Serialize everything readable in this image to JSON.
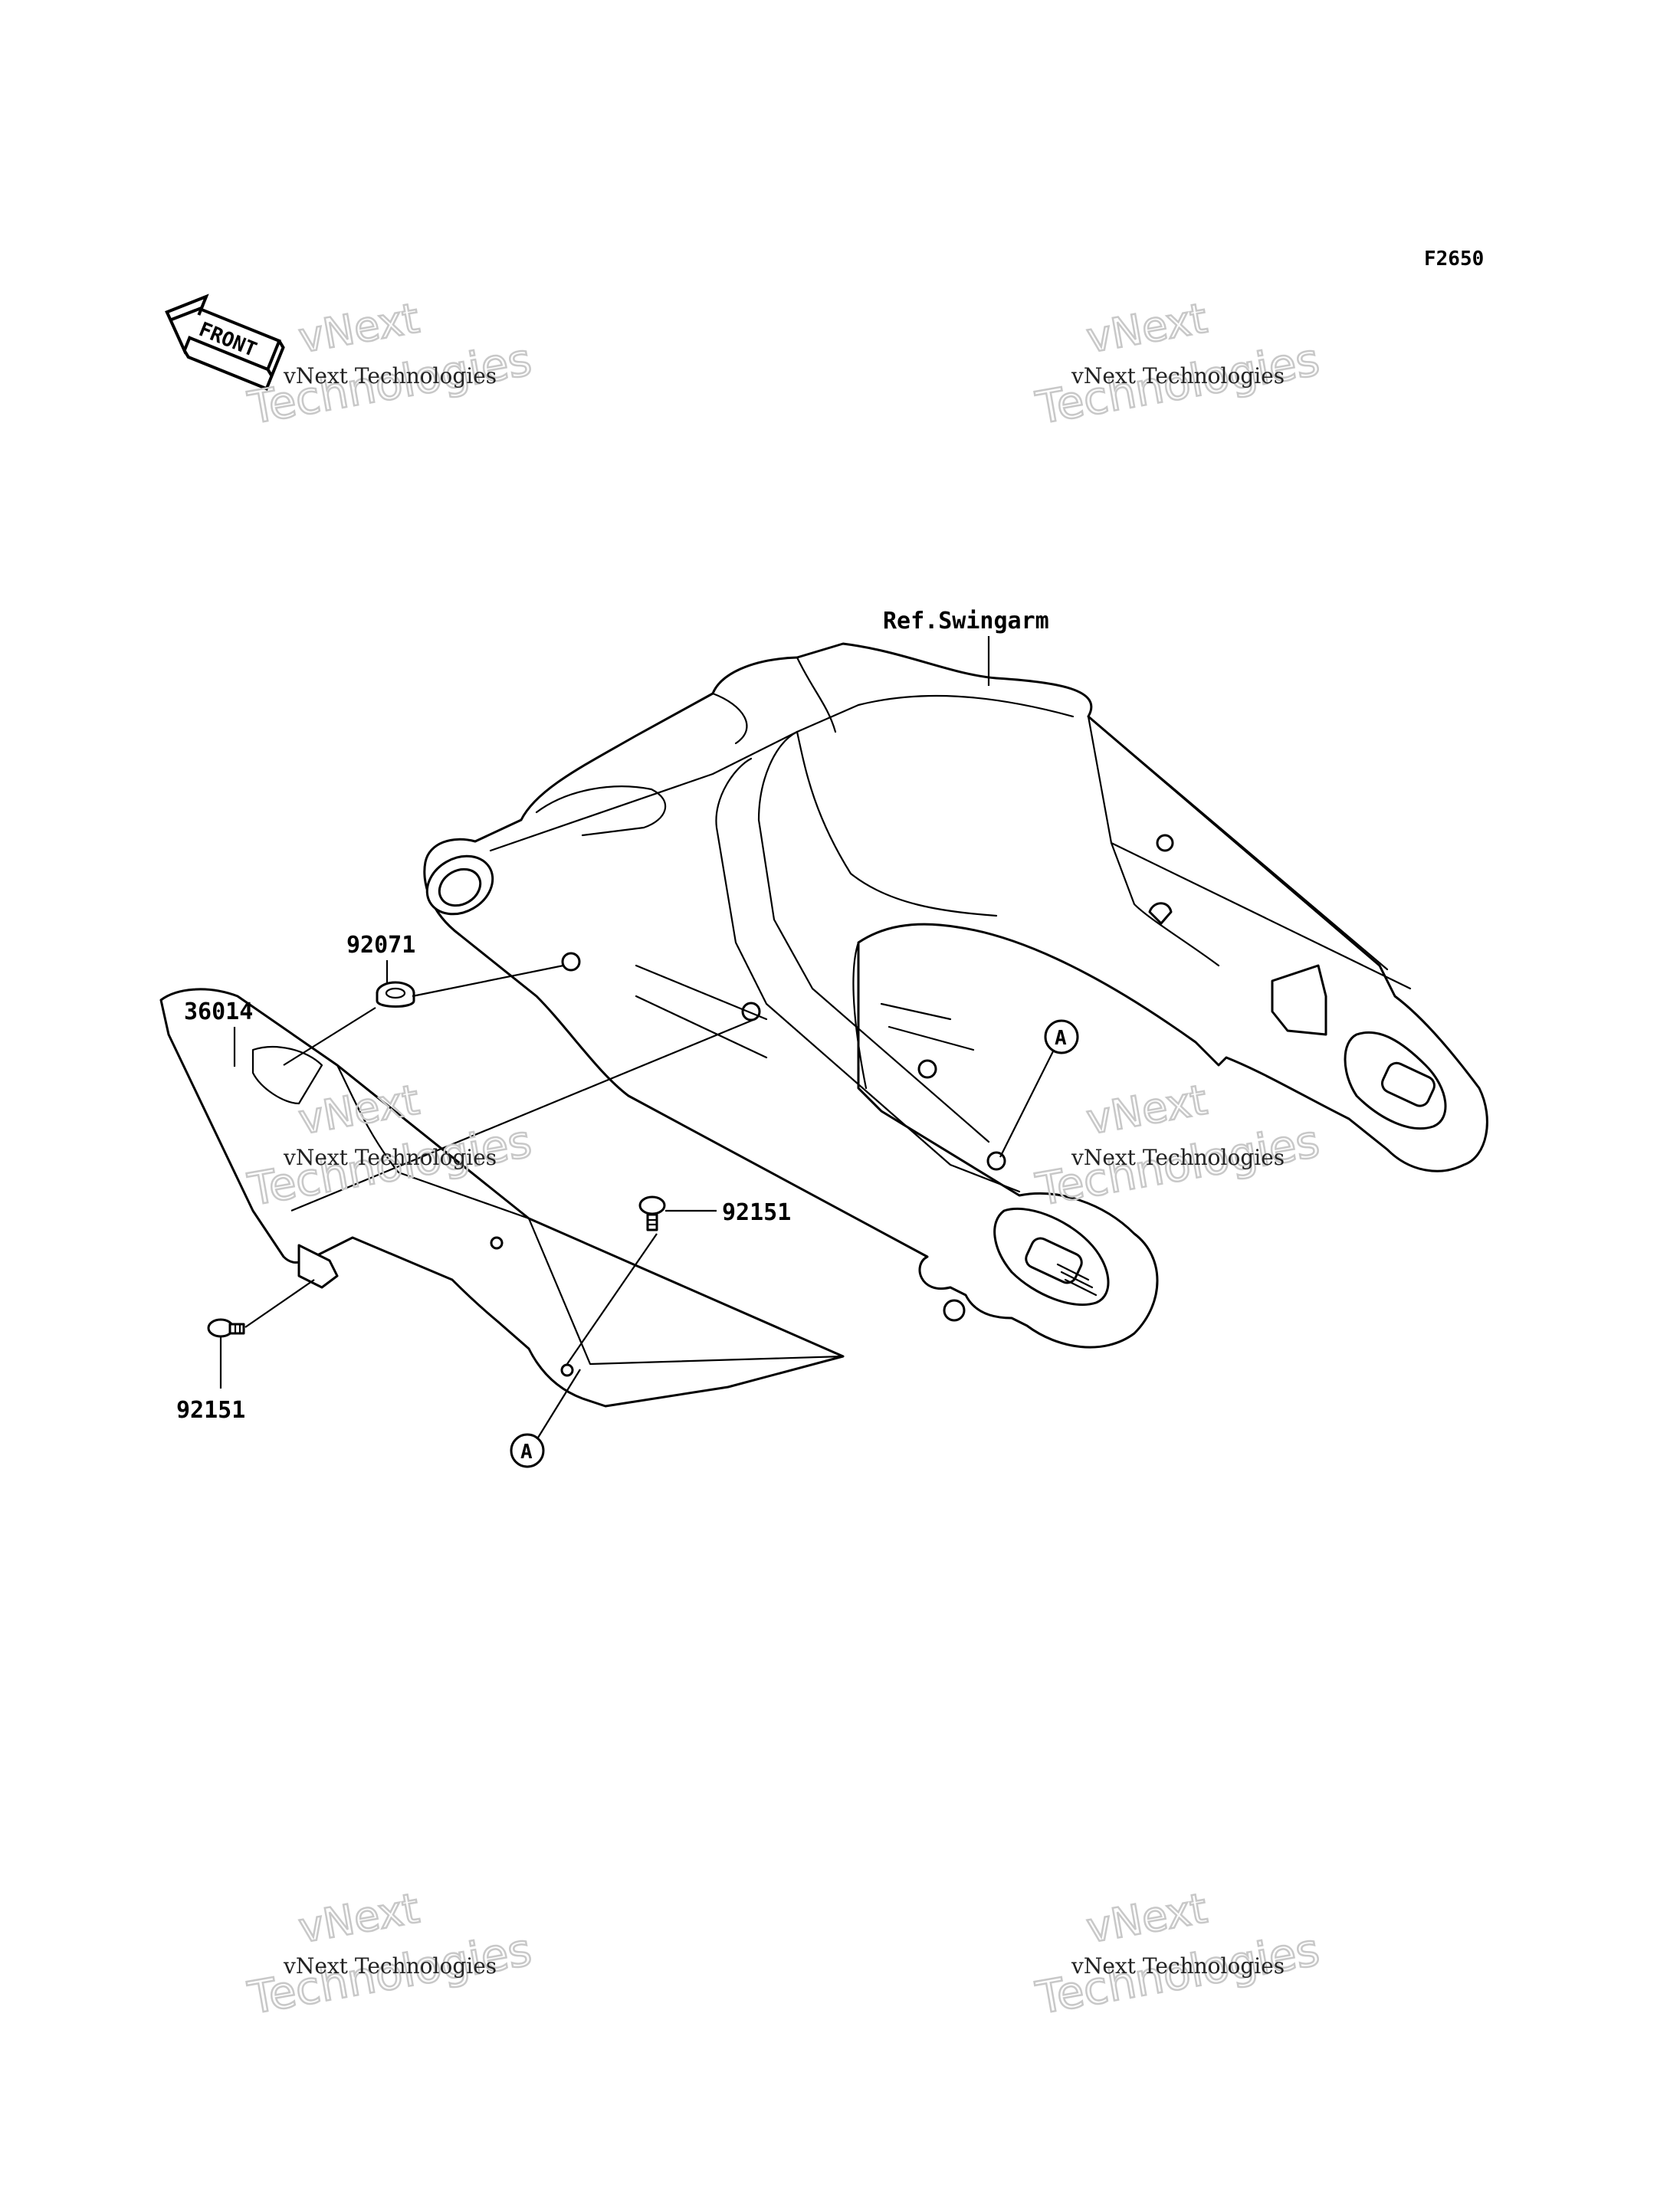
{
  "figure_code": "F2650",
  "front_marker": {
    "text": "FRONT",
    "icon": "front-arrow-icon"
  },
  "reference_label": "Ref.Swingarm",
  "parts": [
    {
      "id": "part-92071",
      "number": "92071"
    },
    {
      "id": "part-36014",
      "number": "36014"
    },
    {
      "id": "part-92151-upper",
      "number": "92151"
    },
    {
      "id": "part-92151-lower",
      "number": "92151"
    }
  ],
  "connectors": [
    {
      "id": "connector-a-upper",
      "letter": "A"
    },
    {
      "id": "connector-a-lower",
      "letter": "A"
    }
  ],
  "watermarks": [
    {
      "line1": "vNext Technologies",
      "line2": "vNext",
      "line3": "Technologies"
    },
    {
      "line1": "vNext Technologies",
      "line2": "vNext",
      "line3": "Technologies"
    },
    {
      "line1": "vNext Technologies",
      "line2": "vNext",
      "line3": "Technologies"
    },
    {
      "line1": "vNext Technologies",
      "line2": "vNext",
      "line3": "Technologies"
    },
    {
      "line1": "vNext Technologies",
      "line2": "vNext",
      "line3": "Technologies"
    },
    {
      "line1": "vNext Technologies",
      "line2": "vNext",
      "line3": "Technologies"
    }
  ]
}
